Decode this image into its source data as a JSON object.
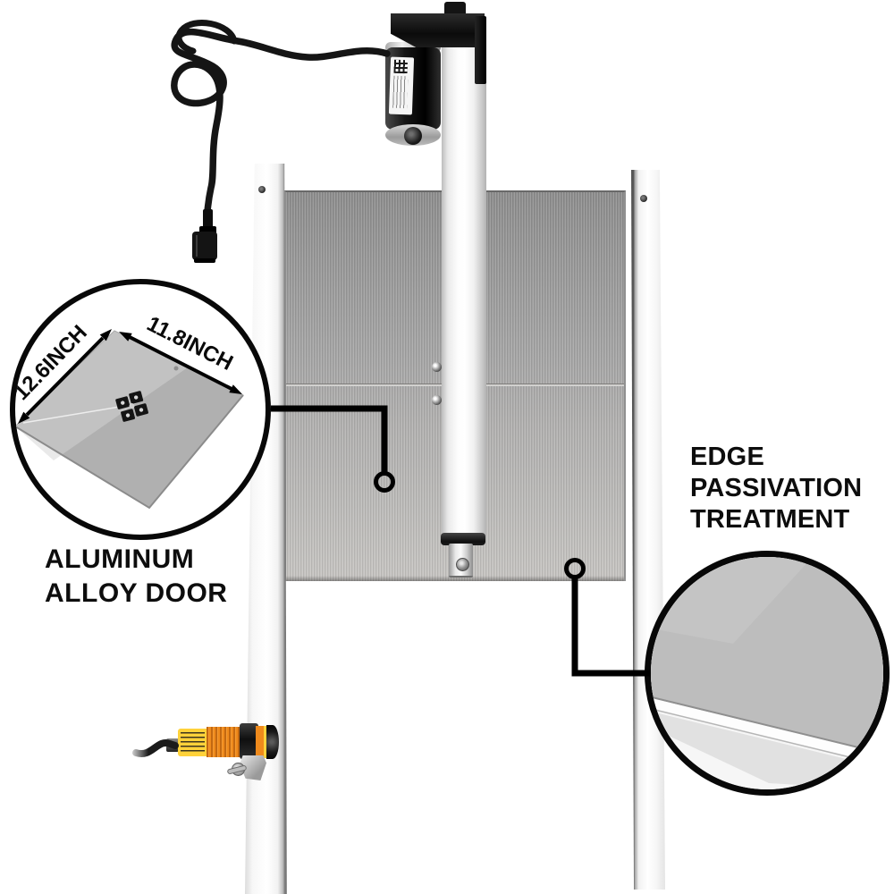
{
  "annotations": {
    "dim_height": "12.6INCH",
    "dim_width": "11.8INCH"
  },
  "captions": {
    "door": "ALUMINUM\nALLOY DOOR",
    "edge": "EDGE\nPASSIVATION\nTREATMENT"
  },
  "colors": {
    "background": "#ffffff",
    "annotation_black": "#080808",
    "door_metal_top": "#8d8d8d",
    "door_metal_bottom": "#c6c4c1",
    "rail_white": "#fcfcfc",
    "motor_black": "#141414",
    "actuator_tube_white": "#fdfdfd",
    "sensor_orange": "#ef8a1c",
    "sensor_label_yellow": "#ffd23a"
  }
}
